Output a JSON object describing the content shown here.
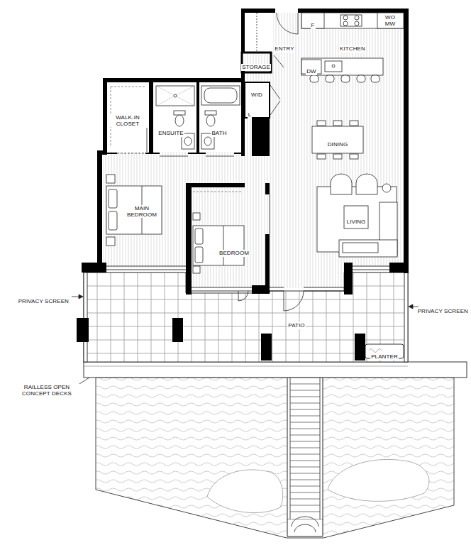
{
  "diagram": {
    "labels": [
      "F",
      "WO MW",
      "ENTRY",
      "KITCHEN",
      "STORAGE",
      "DW",
      "W/D",
      "L",
      "WALK-IN CLOSET",
      "ENSUITE",
      "BATH",
      "DINING",
      "MAIN BEDROOM",
      "LIVING",
      "BEDROOM",
      "PRIVACY SCREEN",
      "PRIVACY SCREEN",
      "PATIO",
      "PLANTER",
      "RAILLESS OPEN CONCEPT DECKS"
    ]
  }
}
